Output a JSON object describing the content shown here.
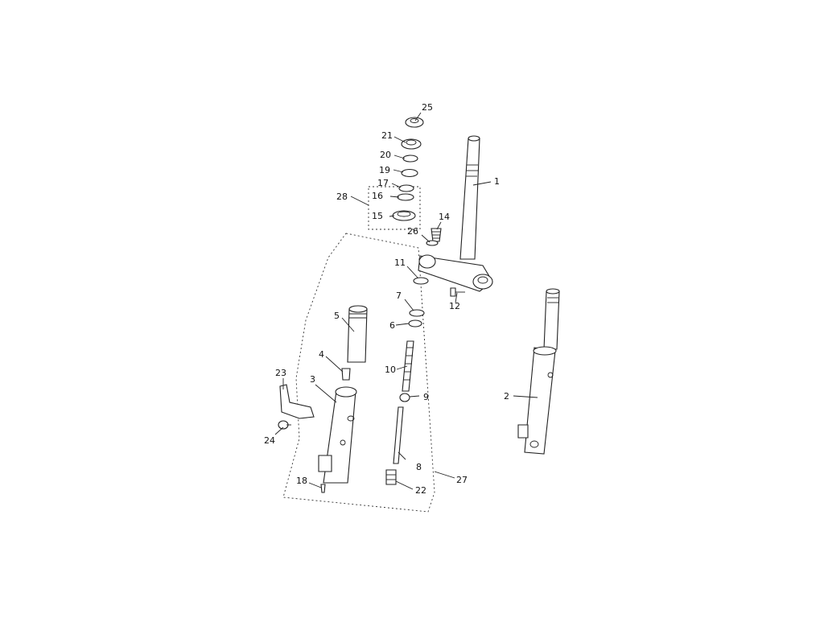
{
  "diagram": {
    "callouts": {
      "c1": "1",
      "c2": "2",
      "c3": "3",
      "c4": "4",
      "c5": "5",
      "c6": "6",
      "c7": "7",
      "c8": "8",
      "c9": "9",
      "c10": "10",
      "c11": "11",
      "c12": "12",
      "c14": "14",
      "c15": "15",
      "c16": "16",
      "c17": "17",
      "c18": "18",
      "c19": "19",
      "c20": "20",
      "c21": "21",
      "c22": "22",
      "c23": "23",
      "c24": "24",
      "c25": "25",
      "c26": "26",
      "c27": "27",
      "c28": "28"
    }
  }
}
